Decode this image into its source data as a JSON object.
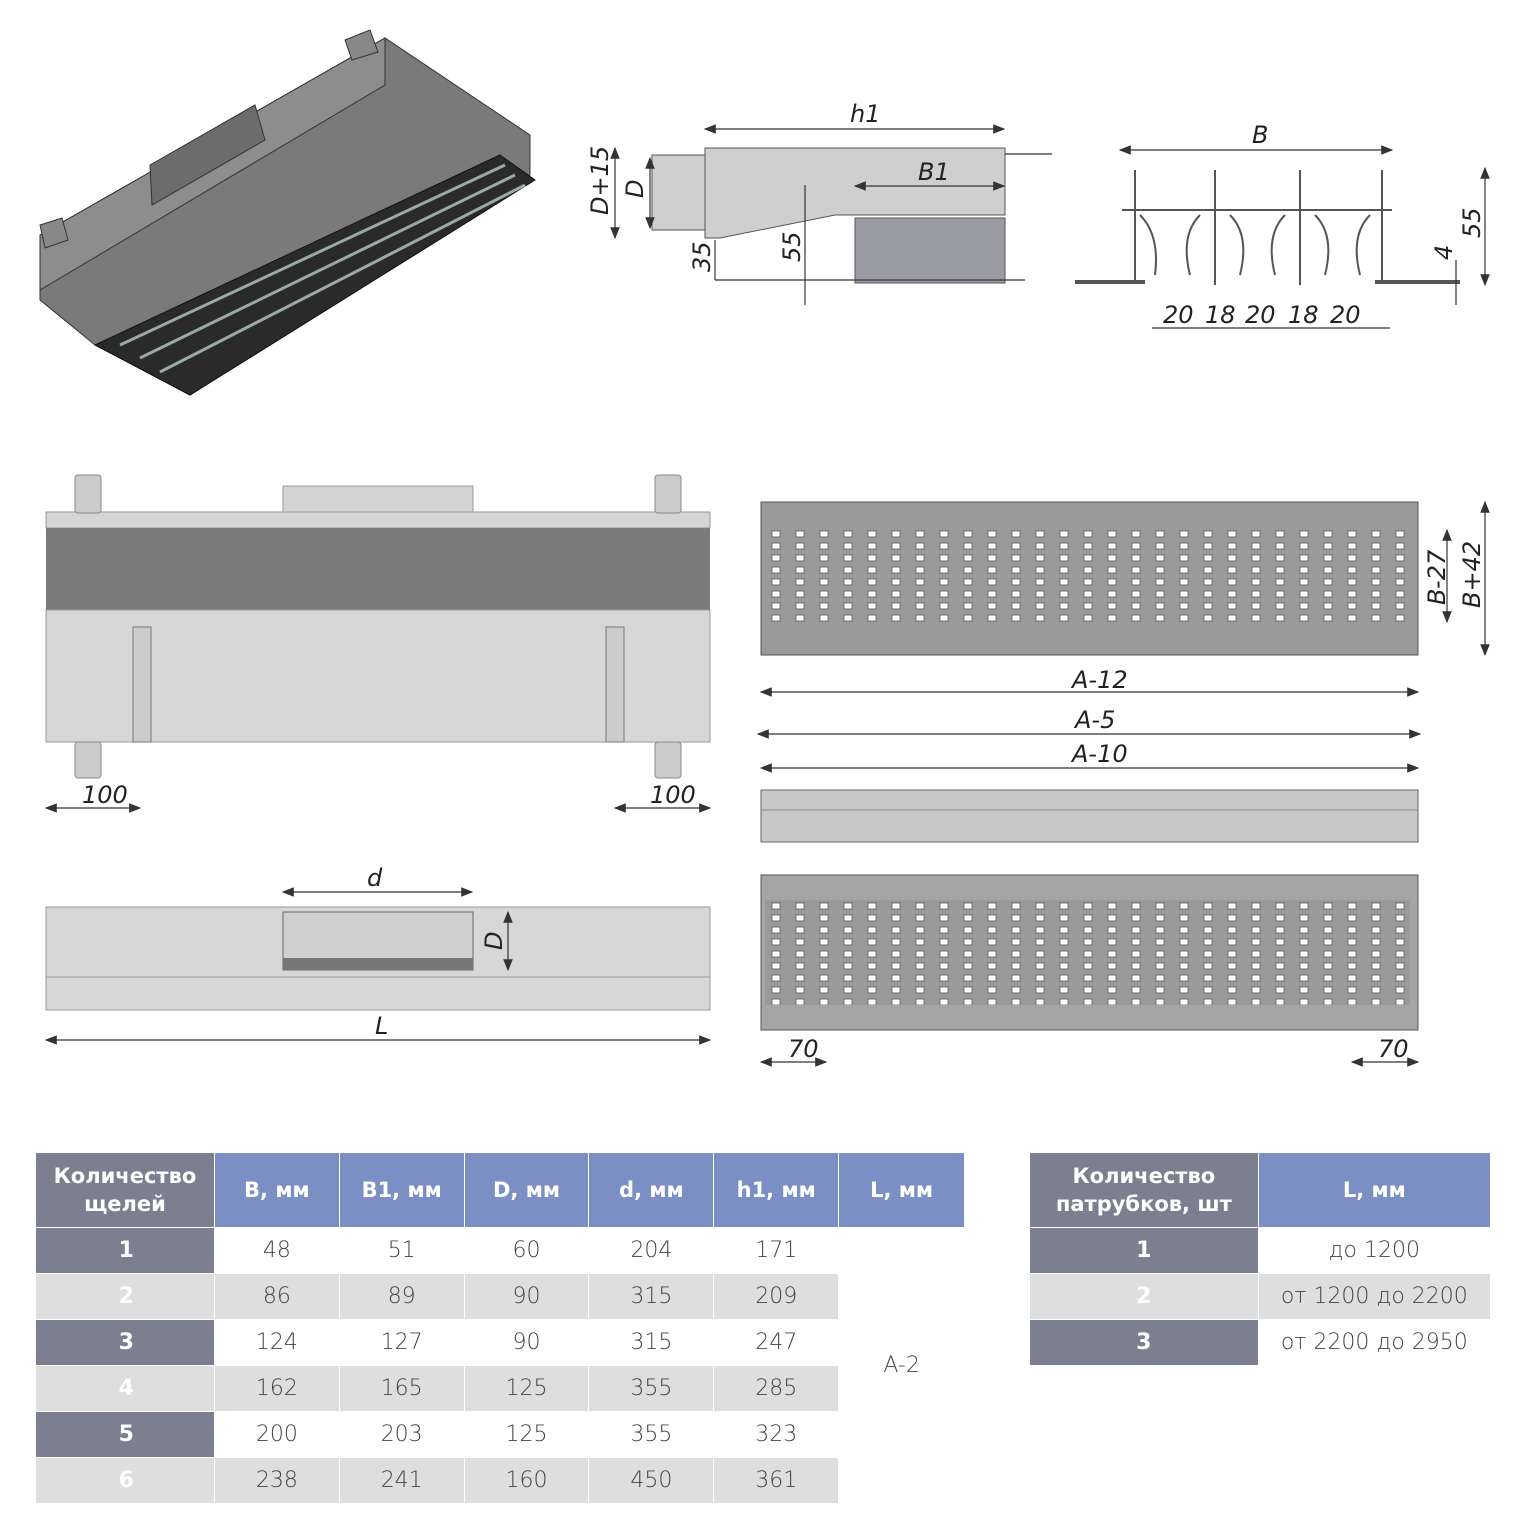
{
  "drawings": {
    "section_side": {
      "h1": "h1",
      "B1": "B1",
      "D_plus_15": "D+15",
      "D": "D",
      "dim_35": "35",
      "dim_55": "55"
    },
    "cross_section": {
      "B": "B",
      "dim_55": "55",
      "dim_4": "4",
      "pitch": [
        "20",
        "18",
        "20",
        "18",
        "20"
      ]
    },
    "front_view": {
      "left": "100",
      "right": "100"
    },
    "top_view": {
      "d": "d",
      "D": "D",
      "L": "L"
    },
    "grille_top": {
      "B_minus_27": "B-27",
      "B_plus_42": "B+42",
      "A_minus_12": "A-12"
    },
    "grille_strip": {
      "A_minus_5": "A-5",
      "A_minus_10": "A-10"
    },
    "grille_bottom": {
      "left": "70",
      "right": "70"
    }
  },
  "table_main": {
    "headers": [
      "Количество щелей",
      "B, мм",
      "B1, мм",
      "D, мм",
      "d, мм",
      "h1, мм",
      "L, мм"
    ],
    "L_value": "A-2",
    "rows": [
      [
        "1",
        "48",
        "51",
        "60",
        "204",
        "171"
      ],
      [
        "2",
        "86",
        "89",
        "90",
        "315",
        "209"
      ],
      [
        "3",
        "124",
        "127",
        "90",
        "315",
        "247"
      ],
      [
        "4",
        "162",
        "165",
        "125",
        "355",
        "285"
      ],
      [
        "5",
        "200",
        "203",
        "125",
        "355",
        "323"
      ],
      [
        "6",
        "238",
        "241",
        "160",
        "450",
        "361"
      ]
    ]
  },
  "table_nozzles": {
    "headers": [
      "Количество патрубков, шт",
      "L, мм"
    ],
    "rows": [
      [
        "1",
        "до 1200"
      ],
      [
        "2",
        "от 1200 до 2200"
      ],
      [
        "3",
        "от 2200 до 2950"
      ]
    ]
  }
}
